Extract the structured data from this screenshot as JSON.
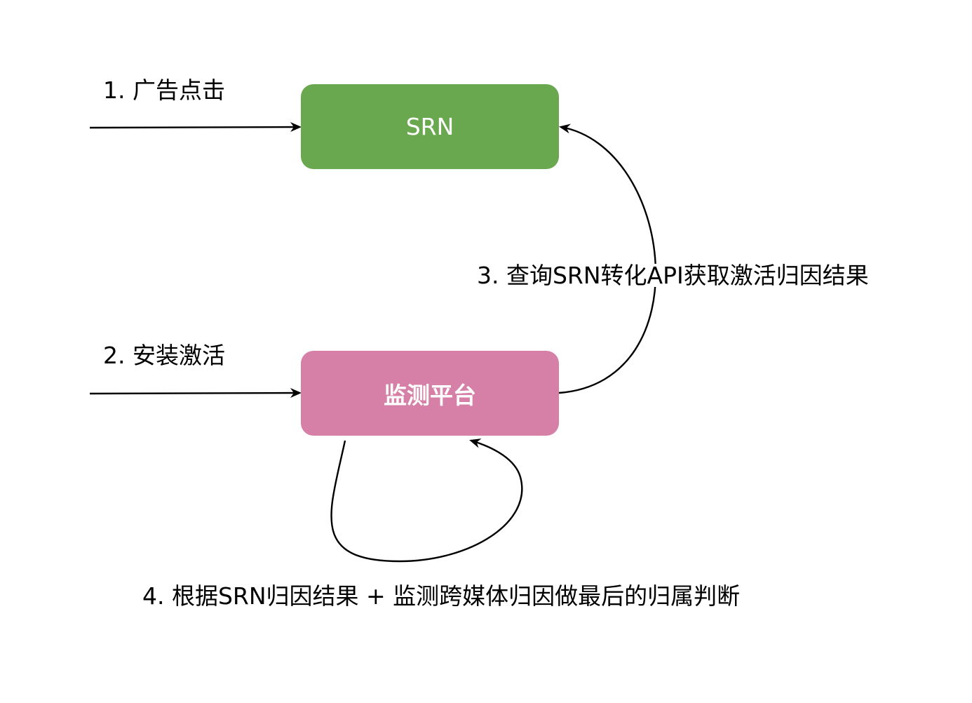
{
  "nodes": {
    "srn": {
      "label": "SRN",
      "color": "#6aa84f"
    },
    "monitor": {
      "label": "监测平台",
      "color": "#d680a8"
    }
  },
  "steps": {
    "step1": "1. 广告点击",
    "step2": "2. 安装激活",
    "step3": "3. 查询SRN转化API获取激活归因结果",
    "step4": "4. 根据SRN归因结果 + 监测跨媒体归因做最后的归属判断"
  },
  "colors": {
    "arrow": "#000000",
    "background": "#ffffff"
  }
}
